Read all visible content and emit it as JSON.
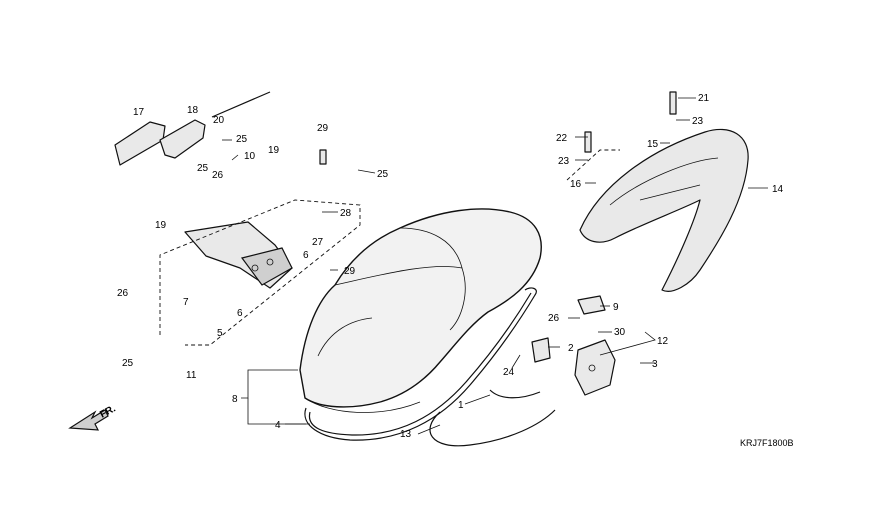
{
  "diagram_code": "KRJ7F1800B",
  "direction_label": "FR.",
  "callouts": {
    "c1": "1",
    "c2": "2",
    "c3": "3",
    "c4": "4",
    "c5": "5",
    "c6": "6",
    "c7": "7",
    "c8": "8",
    "c9": "9",
    "c10": "10",
    "c11": "11",
    "c12": "12",
    "c13": "13",
    "c14": "14",
    "c15": "15",
    "c16": "16",
    "c17": "17",
    "c18": "18",
    "c19": "19",
    "c20": "20",
    "c21": "21",
    "c22": "22",
    "c23": "23",
    "c24": "24",
    "c25": "25",
    "c26": "26",
    "c27": "27",
    "c28": "28",
    "c29": "29",
    "c30": "30"
  }
}
